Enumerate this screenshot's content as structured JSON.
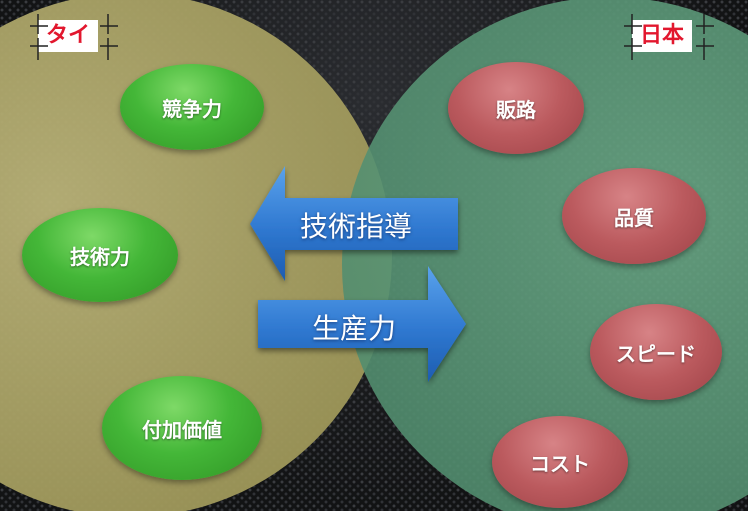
{
  "labels": {
    "left_region": "タイ",
    "right_region": "日本"
  },
  "left_items": [
    "競争力",
    "技術力",
    "付加価値"
  ],
  "right_items": [
    "販路",
    "品質",
    "スピード",
    "コスト"
  ],
  "arrows": {
    "to_left": "技術指導",
    "to_right": "生産力"
  },
  "colors": {
    "left_circle": "#a8a060",
    "right_circle": "#5a9a78",
    "green_oval": "#44b738",
    "red_oval": "#bb5a5e",
    "arrow": "#2f78d0",
    "tag_text": "#e2172e"
  }
}
